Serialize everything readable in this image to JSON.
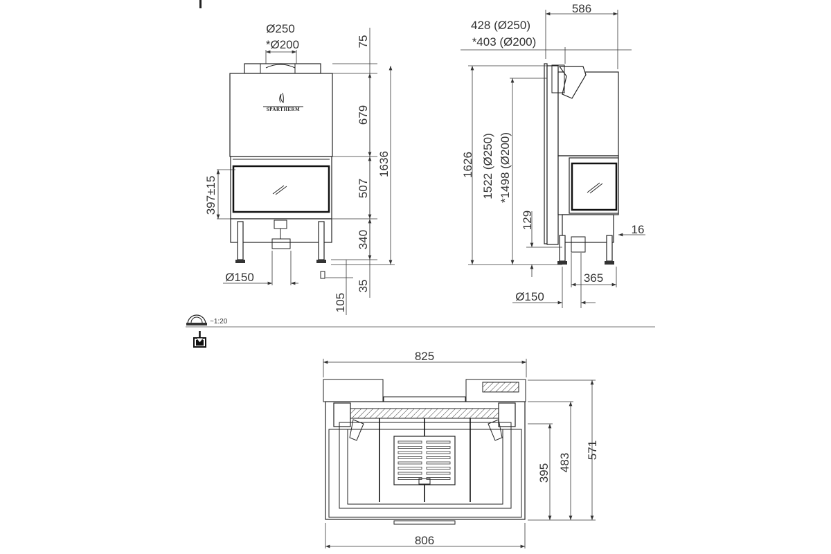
{
  "title": "Spartherm fireplace insert dimension drawing",
  "brand_logo": "SPARTHERM",
  "scale": {
    "icon": "protractor-scale-icon",
    "label": "~1:20"
  },
  "download_icon": "download-icon",
  "front_view": {
    "flue_diameter": "Ø250",
    "flue_diameter_alt": "*Ø200",
    "dim_top": "75",
    "dim_upper": "679",
    "dim_door": "507",
    "dim_base": "340",
    "dim_total_height": "1636",
    "dim_feet": "35",
    "dim_feet_adjust": "105",
    "dim_glass_height": "397±15",
    "dim_air_inlet": "Ø150"
  },
  "side_view": {
    "dim_depth": "586",
    "flue_offset": "428 (Ø250)",
    "flue_offset_alt": "*403 (Ø200)",
    "dim_total_height": "1626",
    "flue_height": "1522 (Ø250)",
    "flue_height_alt": "*1498 (Ø200)",
    "dim_air_height": "129",
    "dim_frame": "16",
    "dim_air_offset": "365",
    "dim_air_inlet": "Ø150"
  },
  "top_view": {
    "dim_width_outer": "825",
    "dim_width_inner": "806",
    "dim_depth_total": "571",
    "dim_depth_mid": "483",
    "dim_depth_inner": "395"
  }
}
